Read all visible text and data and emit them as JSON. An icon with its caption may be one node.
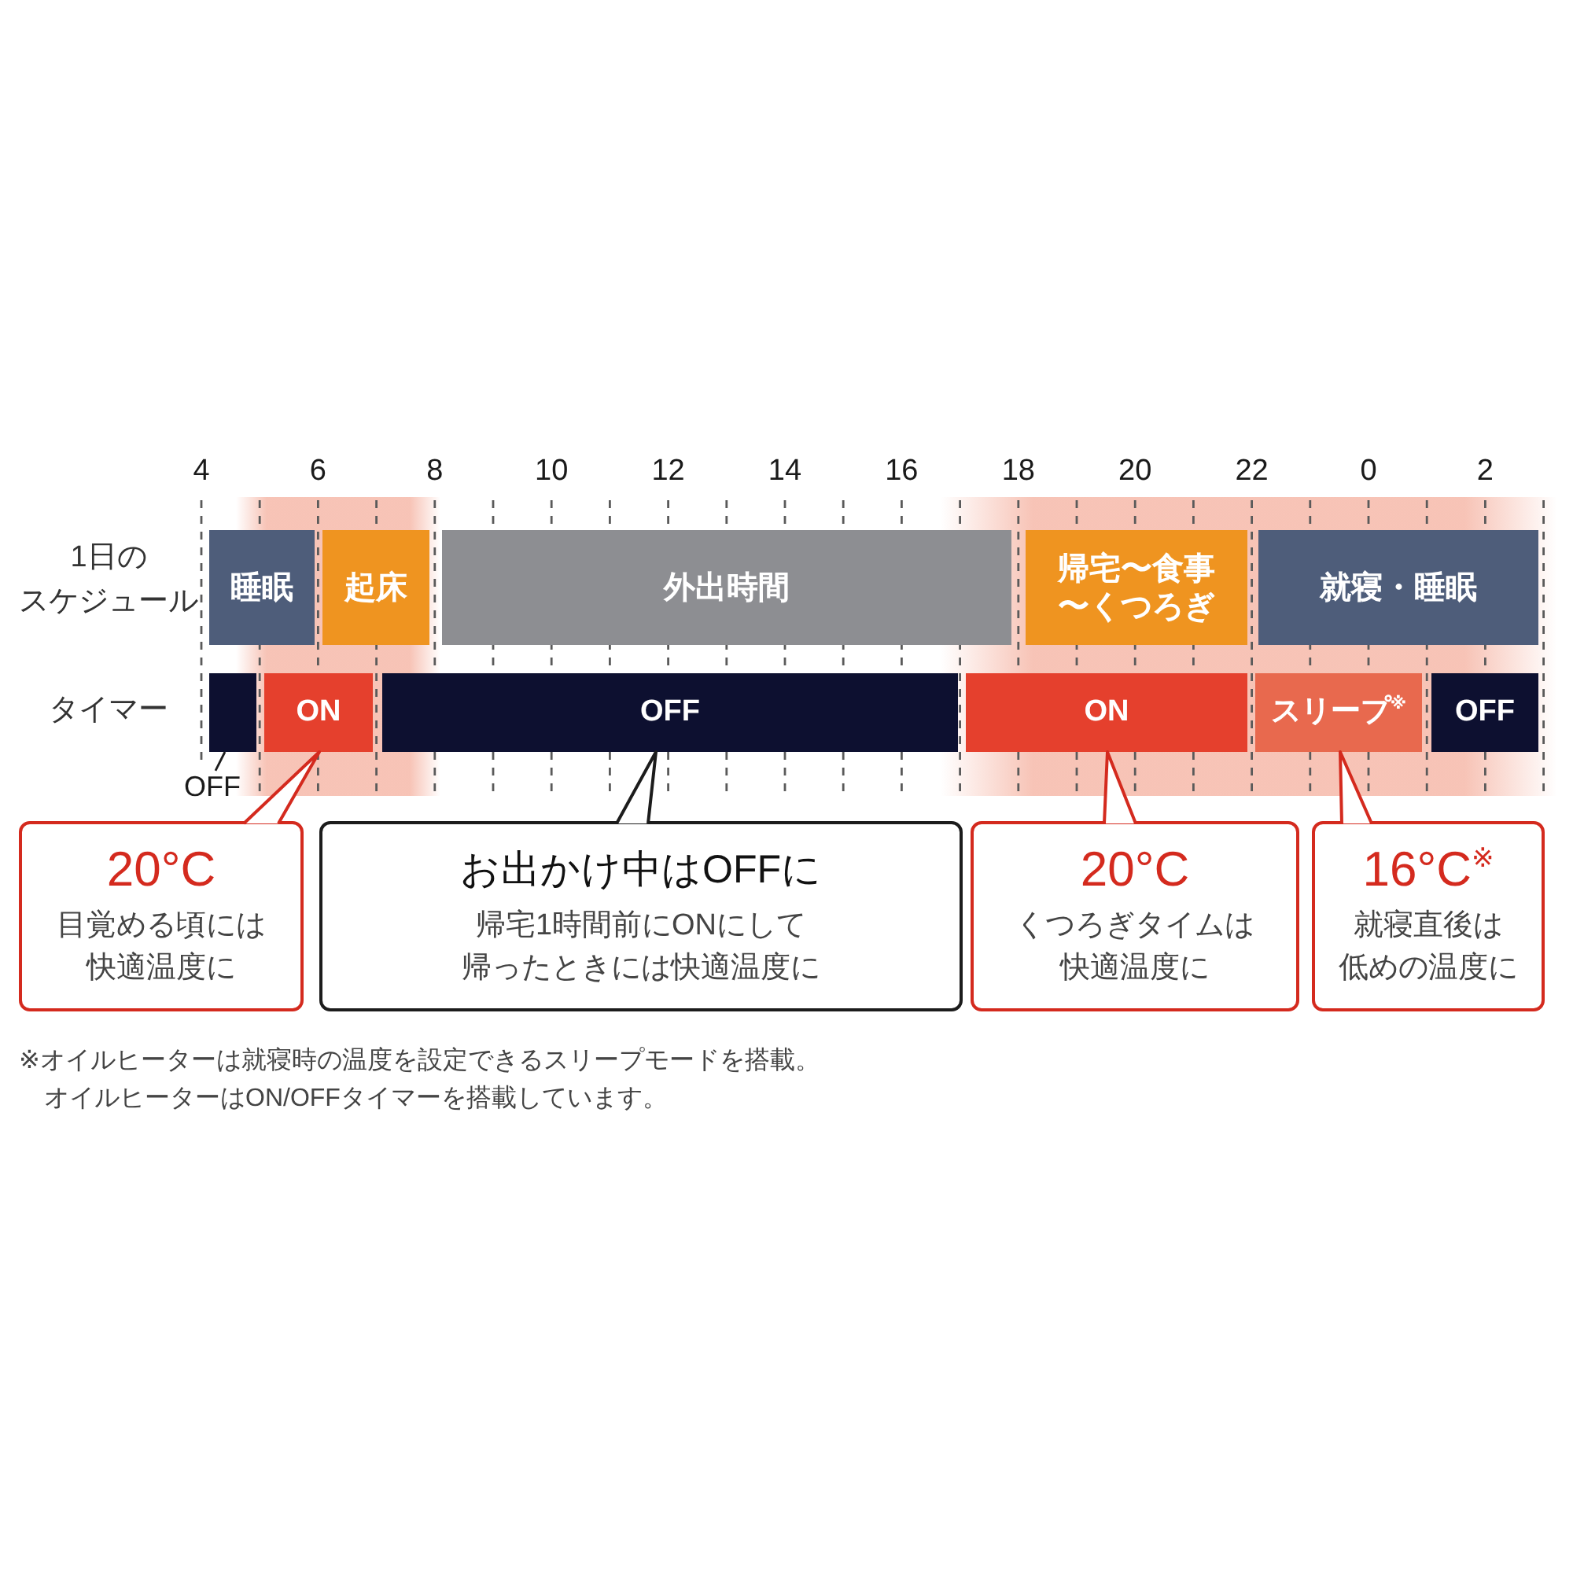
{
  "diagram": {
    "nodes": [
      {
        "text": [
          "睡眠"
        ]
      },
      {
        "text": [
          "起床"
        ]
      },
      {
        "text": [
          "外出時間"
        ]
      },
      {
        "text": [
          "帰宅〜食事〜くつろぎ"
        ]
      },
      {
        "text": [
          "就寝・睡眠"
        ]
      },
      {
        "text": [],
        "shape": "bar"
      },
      {
        "text": [
          "ON"
        ]
      },
      {
        "text": [
          "OFF"
        ]
      },
      {
        "text": [
          "ON"
        ]
      },
      {
        "text": [
          "スリープ$^{※}$"
        ]
      },
      {
        "text": [
          "OFF"
        ]
      },
      {
        "text": [
          "OFF"
        ]
      },
      {
        "text": [
          "20°C",
          "目覚める頃には快適温度に"
        ]
      },
      {
        "text": [
          "お出かけ中はOFFに",
          "帰宅1時間前にONにして帰ったときには快適温度に"
        ]
      },
      {
        "text": [
          "20°C",
          "くつろぎタイムは快適温度に"
        ]
      },
      {
        "text": [
          "16°C$^{※}$",
          "就寝直後は低めの温度に"
        ]
      }
    ],
    "edges": [
      {
        "from": 11,
        "to": 5,
        "arrow": "none",
        "color": "#1c1c1c"
      },
      {
        "from": 12,
        "to": 6,
        "arrow": "none"
      },
      {
        "from": 13,
        "to": 7,
        "arrow": "none",
        "color": "#1c1c1c"
      },
      {
        "from": 14,
        "to": 8,
        "arrow": "none"
      },
      {
        "from": 15,
        "to": 9,
        "arrow": "none"
      }
    ],
    "labels": [
      "4",
      "6",
      "8",
      "10",
      "12",
      "14",
      "16",
      "18",
      "20",
      "22",
      "0",
      "2",
      "1日のスケジュール",
      "タイマー",
      "※オイルヒーターは就寝時の温度を設定できるスリープモードを搭載。",
      "オイルヒーターはON/OFFタイマーを搭載しています。"
    ]
  }
}
